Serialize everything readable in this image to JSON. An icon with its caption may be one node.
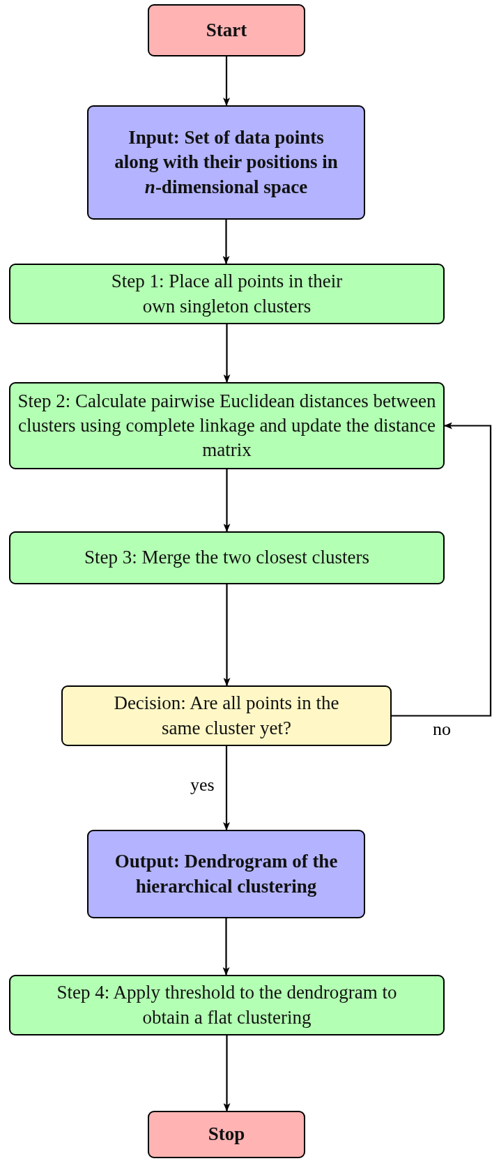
{
  "diagram": {
    "nodes": [
      {
        "text": [
          "Start"
        ]
      },
      {
        "text": [
          "Input: Set of data points along with their positions in *n*-dimensional space"
        ]
      },
      {
        "text": [
          "Step 1: Place all points in their own singleton clusters"
        ]
      },
      {
        "text": [
          "Step 2: Calculate pairwise Euclidean distances between clusters using complete linkage and update the distance matrix"
        ]
      },
      {
        "text": [
          "Step 3: Merge the two closest clusters"
        ]
      },
      {
        "text": [
          "Decision: Are all points in the same cluster yet?"
        ]
      },
      {
        "text": [
          "Output: Dendrogram of the hierarchical clustering"
        ]
      },
      {
        "text": [
          "Step 4: Apply threshold to the dendrogram to obtain a flat clustering"
        ]
      },
      {
        "text": [
          "Stop"
        ]
      }
    ],
    "edges": [
      {
        "from": 0,
        "to": 1,
        "arrow": "to"
      },
      {
        "from": 1,
        "to": 2,
        "arrow": "to"
      },
      {
        "from": 2,
        "to": 3,
        "arrow": "to"
      },
      {
        "from": 3,
        "to": 4,
        "arrow": "to"
      },
      {
        "from": 4,
        "to": 5,
        "arrow": "to"
      },
      {
        "from": 5,
        "to": 6,
        "arrow": "to",
        "label": "yes"
      },
      {
        "from": 5,
        "to": 3,
        "arrow": "to",
        "label": "no"
      },
      {
        "from": 6,
        "to": 7,
        "arrow": "to"
      },
      {
        "from": 7,
        "to": 8,
        "arrow": "to"
      }
    ]
  }
}
